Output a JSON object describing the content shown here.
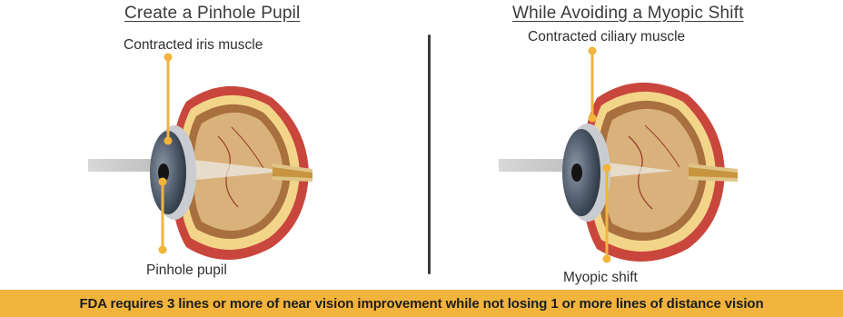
{
  "left_panel": {
    "title": "Create a Pinhole Pupil",
    "top_label": "Contracted iris muscle",
    "bottom_label": "Pinhole pupil"
  },
  "right_panel": {
    "title": "While Avoiding a Myopic Shift",
    "top_label": "Contracted ciliary muscle",
    "bottom_label": "Myopic shift"
  },
  "footer": {
    "text": "FDA requires 3 lines or more of near vision improvement while not losing 1 or more lines of distance vision"
  },
  "colors": {
    "callout": "#f2b43c",
    "footer_bg": "#f2b43c",
    "divider": "#3b3b3b"
  }
}
